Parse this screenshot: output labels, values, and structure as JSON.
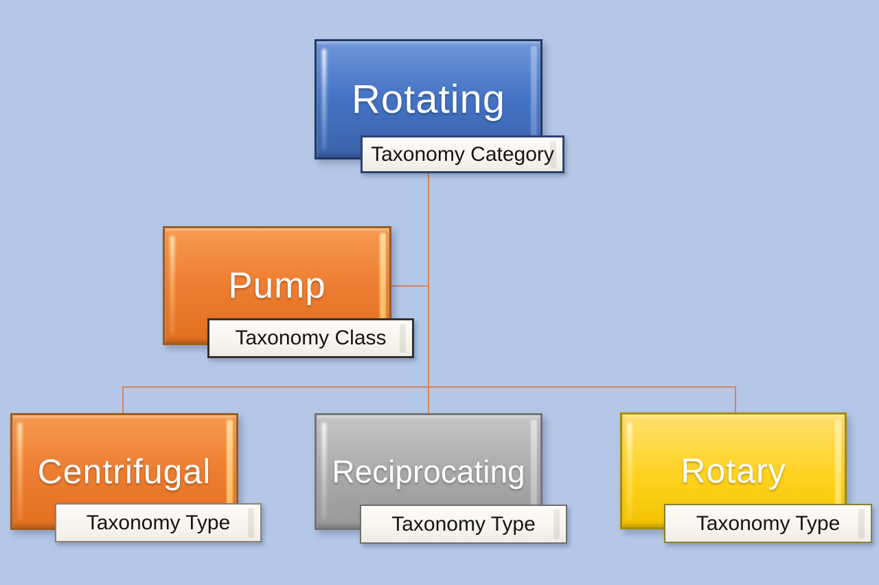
{
  "background_color": "#b4c7e7",
  "connector_color": "#d4845c",
  "nodes": [
    {
      "id": "rotating",
      "label": "Rotating",
      "tag": "Taxonomy Category",
      "fill": "#4472c4",
      "level": 1
    },
    {
      "id": "pump",
      "label": "Pump",
      "tag": "Taxonomy Class",
      "fill": "#ed7d31",
      "level": 2
    },
    {
      "id": "centrifugal",
      "label": "Centrifugal",
      "tag": "Taxonomy Type",
      "fill": "#ed7d31",
      "level": 3
    },
    {
      "id": "reciprocating",
      "label": "Reciprocating",
      "tag": "Taxonomy Type",
      "fill": "#a5a5a5",
      "level": 3
    },
    {
      "id": "rotary",
      "label": "Rotary",
      "tag": "Taxonomy Type",
      "fill": "#ffc000",
      "level": 3
    }
  ],
  "edges": [
    {
      "from": "rotating",
      "to": "pump"
    },
    {
      "from": "pump",
      "to": "centrifugal"
    },
    {
      "from": "pump",
      "to": "reciprocating"
    },
    {
      "from": "pump",
      "to": "rotary"
    }
  ]
}
